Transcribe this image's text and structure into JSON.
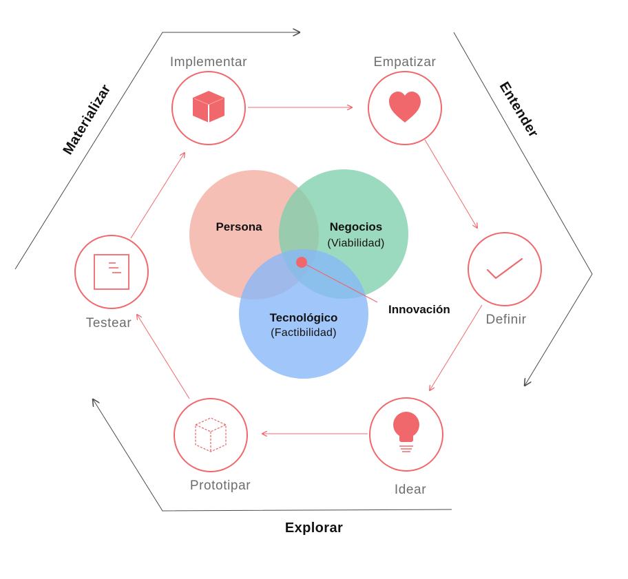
{
  "colors": {
    "accent": "#f0686c",
    "persona": "#f4b4a8",
    "negocios": "#7fd0ad",
    "tecnologico": "#86b7f8",
    "phase_arrow": "#4a4a4a"
  },
  "phases": {
    "materializar": "Materializar",
    "entender": "Entender",
    "explorar": "Explorar"
  },
  "stages": {
    "implementar": {
      "label": "Implementar",
      "icon": "cube-icon"
    },
    "empatizar": {
      "label": "Empatizar",
      "icon": "heart-icon"
    },
    "definir": {
      "label": "Definir",
      "icon": "checkmark-icon"
    },
    "idear": {
      "label": "Idear",
      "icon": "lightbulb-icon"
    },
    "prototipar": {
      "label": "Prototipar",
      "icon": "wireframe-cube-icon"
    },
    "testear": {
      "label": "Testear",
      "icon": "document-icon"
    }
  },
  "venn": {
    "persona": {
      "title": "Persona"
    },
    "negocios": {
      "title": "Negocios",
      "subtitle": "(Viabilidad)"
    },
    "tecnologico": {
      "title": "Tecnológico",
      "subtitle": "(Factibilidad)"
    },
    "innovation": "Innovación"
  }
}
